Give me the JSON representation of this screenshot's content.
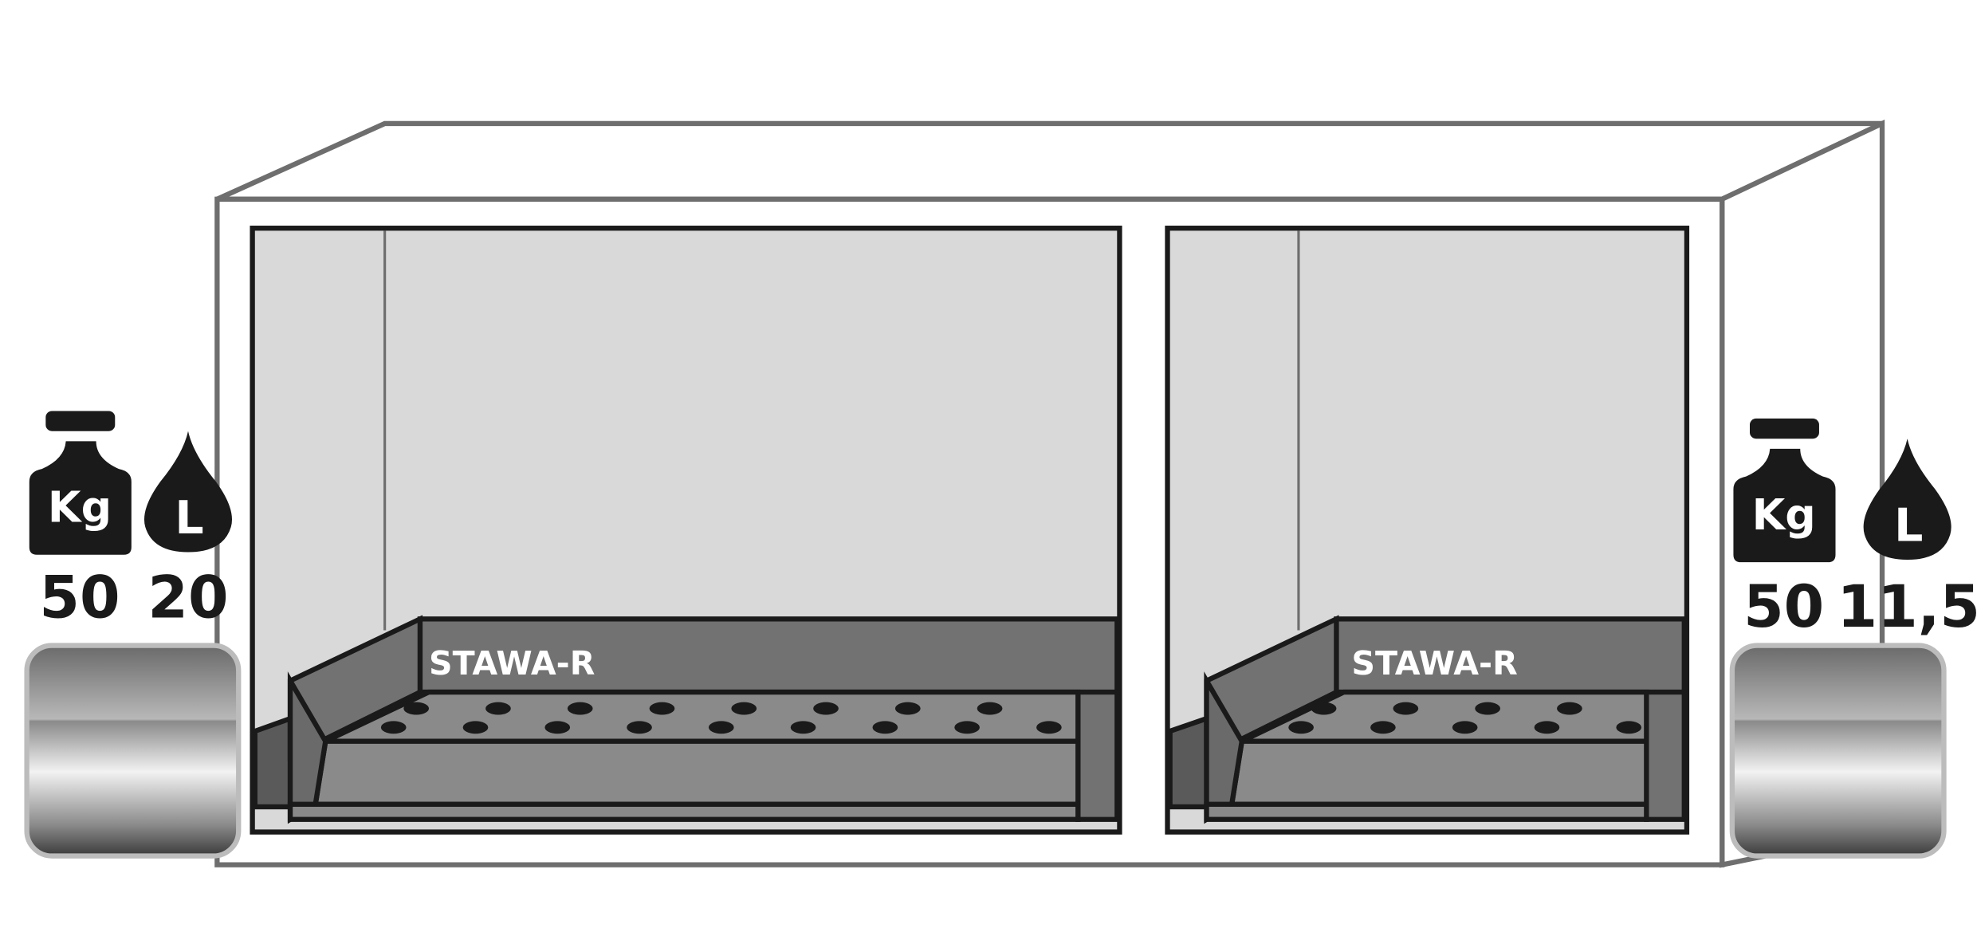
{
  "cabinet": {
    "left_compartment": {
      "tray_label": "STAWA-R",
      "weight_unit": "Kg",
      "volume_unit": "L",
      "max_load_kg": "50",
      "sump_volume_l": "20"
    },
    "right_compartment": {
      "tray_label": "STAWA-R",
      "weight_unit": "Kg",
      "volume_unit": "L",
      "max_load_kg": "50",
      "sump_volume_l": "11,5"
    },
    "material_swatch": "stainless-steel"
  },
  "colors": {
    "outline": "#6e6e6e",
    "window": "#d9d9d9",
    "tray_dark": "#727272",
    "tray_light": "#8a8a8a",
    "ink": "#1a1a1a"
  }
}
